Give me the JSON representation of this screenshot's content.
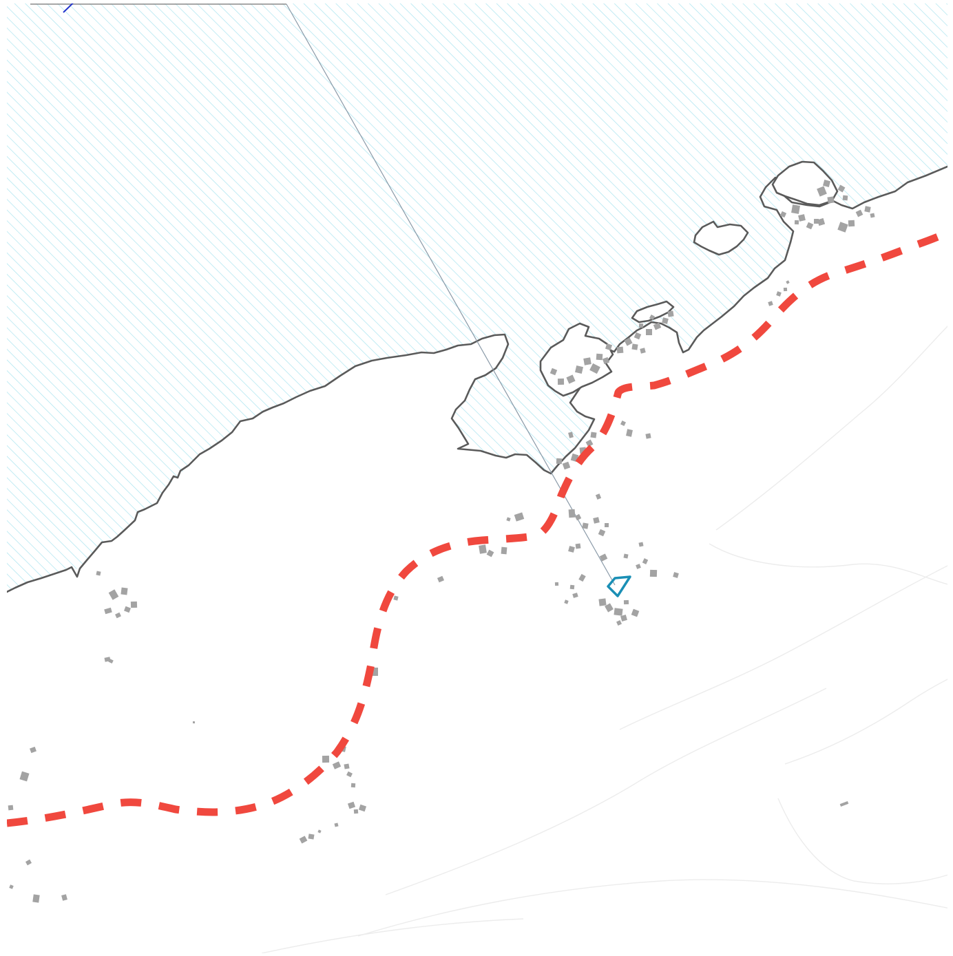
{
  "map": {
    "colors": {
      "background": "#ffffff",
      "sea_hatch": "#a9e4ef",
      "coastline": "#5a5a5a",
      "route_dashed": "#f0483e",
      "buildings": "#a3a3a3",
      "site_marker": "#1a8fb5",
      "leader_line": "#8a9aa8",
      "corner_mark": "#2233cc"
    },
    "layers": [
      {
        "id": "sea",
        "kind": "hatched-area",
        "icon": "diagonal-hatch"
      },
      {
        "id": "coastline",
        "kind": "solid-line"
      },
      {
        "id": "islands",
        "kind": "outlined-polygons",
        "count": 3
      },
      {
        "id": "route",
        "kind": "dashed-line"
      },
      {
        "id": "buildings",
        "kind": "small-gray-squares"
      },
      {
        "id": "site",
        "kind": "outlined-pentagon",
        "icon": "site-marker-icon"
      },
      {
        "id": "leader",
        "kind": "thin-line"
      }
    ]
  }
}
